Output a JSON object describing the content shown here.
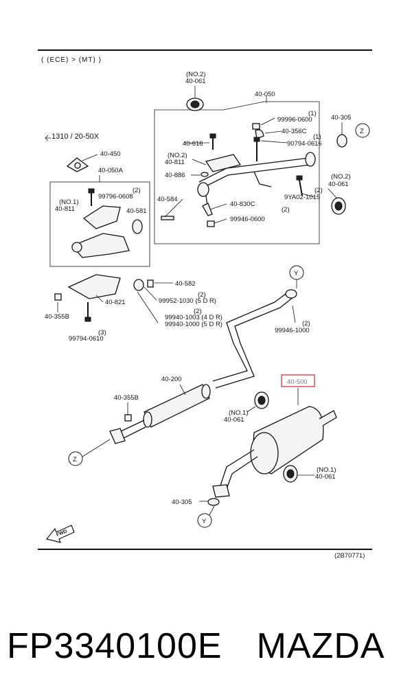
{
  "header": {
    "title": "( (ECE) > (MT) )",
    "ref_note": "1310 / 20-50X",
    "drawing_code": "(2B70771)"
  },
  "labels": {
    "l40061_top_a": "(NO.2)",
    "l40061_top_b": "40-061",
    "l40050": "40-050",
    "l40305_top": "40-305",
    "lZ_top": "Z",
    "l99996_a": "(1)",
    "l99996_b": "99996-0600",
    "l40356c": "40-356C",
    "l90794_a": "(1)",
    "l90794_b": "90794-0616",
    "l40616": "40-616",
    "l40811_top_a": "(NO.2)",
    "l40811_top_b": "40-811",
    "l40886": "40-886",
    "l40061_r_a": "(NO.2)",
    "l40061_r_b": "40-061",
    "l9ya02_a": "(2)",
    "l9ya02_b": "9YA02-1015",
    "l40584": "40-584",
    "l40830c": "40-830C",
    "l99946_top_a": "(2)",
    "l99946_top_b": "99946-0600",
    "l40450": "40-450",
    "l40050a": "40-050A",
    "l99796_a": "(2)",
    "l99796_b": "99796-0608",
    "l40811_l_a": "(NO.1)",
    "l40811_l_b": "40-811",
    "l40581": "40-581",
    "l40582": "40-582",
    "l99952_a": "(2)",
    "l99952_b": "99952-1030 (5 D R)",
    "l40821": "40-821",
    "l99940_a": "(2)",
    "l99940_b": "99940-1003 (4 D R)",
    "l99940_c": "99940-1000 (5 D R)",
    "l40355b_l": "40-355B",
    "l99794_a": "(3)",
    "l99794_b": "99794-0610",
    "lY_mid": "Y",
    "l99946_mid_a": "(2)",
    "l99946_mid_b": "99946-1000",
    "l40200": "40-200",
    "l40500": "40-500",
    "l40355b_m": "40-355B",
    "l40061_no1_a": "(NO.1)",
    "l40061_no1_b": "40-061",
    "lZ_bot": "Z",
    "l40061_no1r_a": "(NO.1)",
    "l40061_no1r_b": "40-061",
    "l40305_bot": "40-305",
    "lY_bot": "Y",
    "fwd": "FWD"
  },
  "highlight": {
    "part": "40-500",
    "color": "#e05050"
  },
  "footer": {
    "part_number": "FP3340100E",
    "brand": "MAZDA"
  }
}
